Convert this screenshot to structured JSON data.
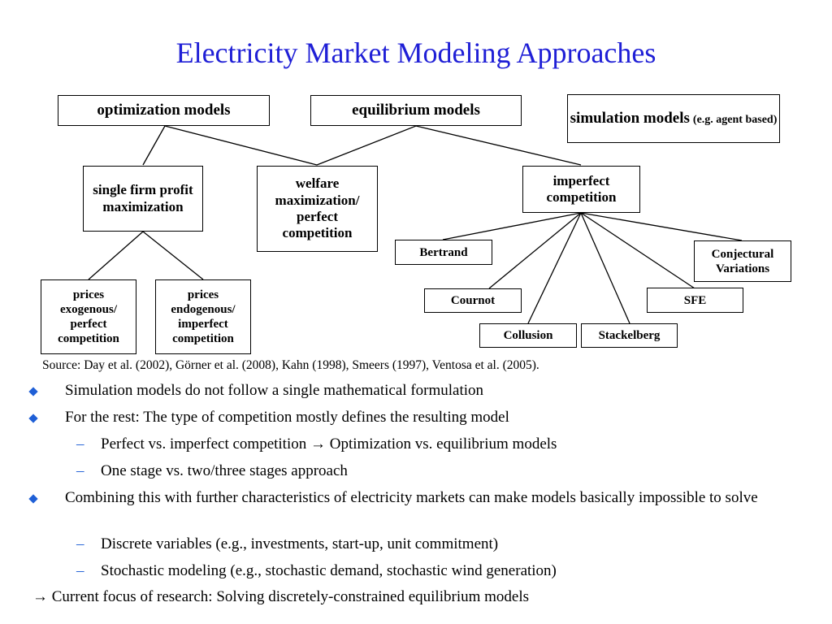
{
  "title": "Electricity Market Modeling Approaches",
  "boxes": {
    "optimization": "optimization models",
    "equilibrium": "equilibrium models",
    "simulation_main": "simulation models",
    "simulation_note": "(e.g. agent based)",
    "single_firm": "single firm profit maximization",
    "welfare": "welfare maximization/ perfect competition",
    "imperfect": "imperfect competition",
    "prices_exo": "prices exogenous/ perfect competition",
    "prices_endo": "prices endogenous/ imperfect competition",
    "bertrand": "Bertrand",
    "cournot": "Cournot",
    "collusion": "Collusion",
    "stackelberg": "Stackelberg",
    "sfe": "SFE",
    "conjectural": "Conjectural Variations"
  },
  "source": "Source: Day et al. (2002), Görner et al. (2008), Kahn (1998), Smeers (1997), Ventosa et al. (2005).",
  "bullets": {
    "b1": "Simulation models do not follow a single mathematical formulation",
    "b2": "For the rest: The type of competition mostly defines the resulting model",
    "b2_s1": "Perfect vs. imperfect competition → Optimization vs. equilibrium models",
    "b2_s2": "One stage vs. two/three stages approach",
    "b3": "Combining this with further characteristics of electricity markets can make models basically impossible to solve",
    "b3_s1": "Discrete variables (e.g., investments, start-up, unit commitment)",
    "b3_s2": "Stochastic modeling (e.g., stochastic demand, stochastic wind generation)"
  },
  "conclusion": "→ Current focus of research: Solving discretely-constrained equilibrium models",
  "colors": {
    "title": "#1f1fd6",
    "bullet": "#1f5fd6"
  }
}
